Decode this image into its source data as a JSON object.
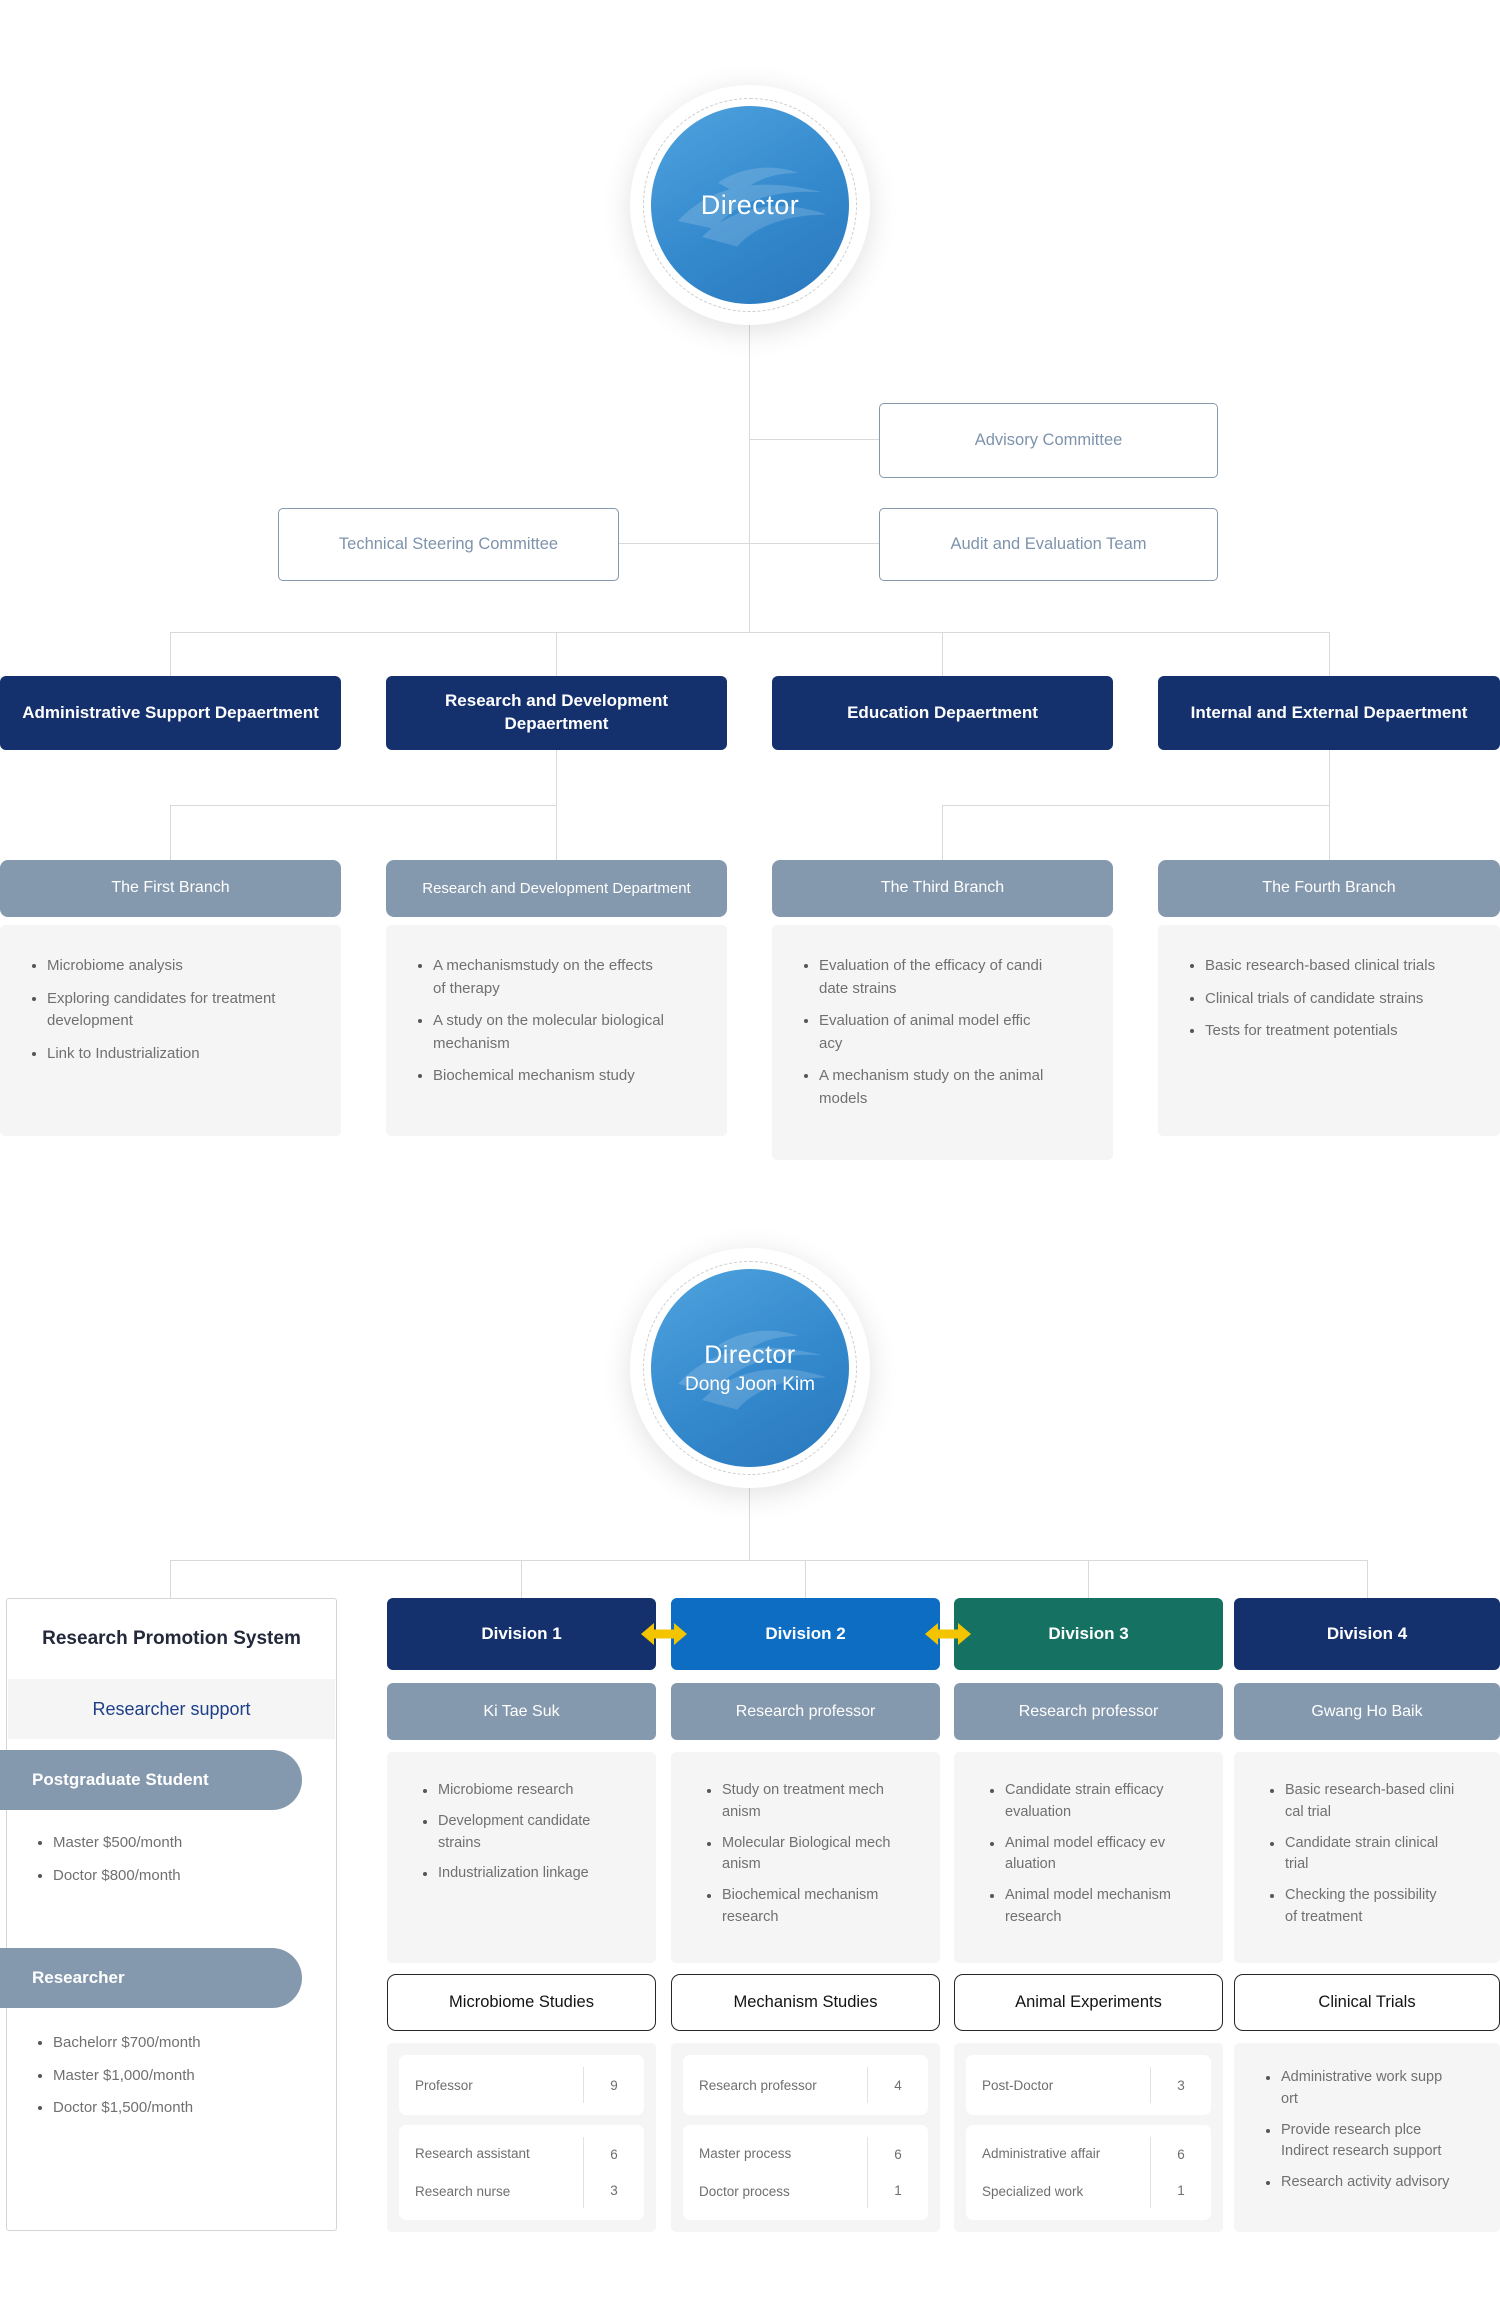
{
  "colors": {
    "navy": "#14316D",
    "blue": "#0C6DC2",
    "teal": "#157263",
    "slate": "#8599AE",
    "arrow_yellow": "#F5C400",
    "panel_gray": "#F5F5F6",
    "director_blue": "#3489CD"
  },
  "top": {
    "director_label": "Director",
    "advisory": "Advisory Committee",
    "technical": "Technical Steering Committee",
    "audit": "Audit and Evaluation Team",
    "departments": [
      "Administrative Support Depaertment",
      "Research and Development Depaertment",
      "Education Depaertment",
      "Internal and External Depaertment"
    ],
    "branches": [
      {
        "title": "The First Branch",
        "items": [
          "Microbiome analysis",
          "Exploring candidates for treatment\ndevelopment",
          "Link to Industrialization"
        ]
      },
      {
        "title": "Research and Development Department",
        "items": [
          "A mechanismstudy on the effects\nof therapy",
          "A study on the molecular biological\nmechanism",
          "Biochemical mechanism study"
        ]
      },
      {
        "title": "The Third Branch",
        "items": [
          "Evaluation of the efficacy of candi\ndate strains",
          "Evaluation of animal model effic\nacy",
          "A mechanism study on the animal\nmodels"
        ]
      },
      {
        "title": "The Fourth Branch",
        "items": [
          "Basic research-based clinical trials",
          "Clinical trials of candidate strains",
          "Tests for treatment potentials"
        ]
      }
    ]
  },
  "bottom": {
    "director_label": "Director",
    "director_name": "Dong Joon Kim",
    "promotion": {
      "title": "Research Promotion System",
      "subtitle": "Researcher support",
      "groups": [
        {
          "title": "Postgraduate Student",
          "items": [
            "Master $500/month",
            "Doctor $800/month"
          ]
        },
        {
          "title": "Researcher",
          "items": [
            "Bachelorr $700/month",
            "Master $1,000/month",
            "Doctor $1,500/month"
          ]
        }
      ]
    },
    "divisions": [
      {
        "title": "Division 1",
        "head": "Ki Tae Suk",
        "items": [
          "Microbiome research",
          "Development candidate\nstrains",
          "Industrialization linkage"
        ],
        "study": "Microbiome Studies",
        "staff": [
          {
            "rows": [
              {
                "label": "Professor",
                "count": "9"
              }
            ]
          },
          {
            "rows": [
              {
                "label": "Research assistant",
                "count": "6"
              },
              {
                "label": "Research nurse",
                "count": "3"
              }
            ]
          }
        ]
      },
      {
        "title": "Division 2",
        "head": "Research professor",
        "items": [
          "Study on treatment mech\nanism",
          "Molecular Biological mech\nanism",
          "Biochemical mechanism\nresearch"
        ],
        "study": "Mechanism Studies",
        "staff": [
          {
            "rows": [
              {
                "label": "Research professor",
                "count": "4"
              }
            ]
          },
          {
            "rows": [
              {
                "label": "Master process",
                "count": "6"
              },
              {
                "label": "Doctor process",
                "count": "1"
              }
            ]
          }
        ]
      },
      {
        "title": "Division 3",
        "head": "Research professor",
        "items": [
          "Candidate strain efficacy\nevaluation",
          "Animal model efficacy ev\naluation",
          "Animal model mechanism\nresearch"
        ],
        "study": "Animal Experiments",
        "staff": [
          {
            "rows": [
              {
                "label": "Post-Doctor",
                "count": "3"
              }
            ]
          },
          {
            "rows": [
              {
                "label": "Administrative affair",
                "count": "6"
              },
              {
                "label": "Specialized work",
                "count": "1"
              }
            ]
          }
        ]
      },
      {
        "title": "Division 4",
        "head": "Gwang Ho Baik",
        "items": [
          "Basic research-based clini\ncal trial",
          "Candidate strain clinical\ntrial",
          "Checking the possibility\nof treatment"
        ],
        "study": "Clinical Trials",
        "notes": [
          "Administrative work supp\nort",
          "Provide research plce\nIndirect research support",
          "Research activity advisory"
        ]
      }
    ]
  }
}
